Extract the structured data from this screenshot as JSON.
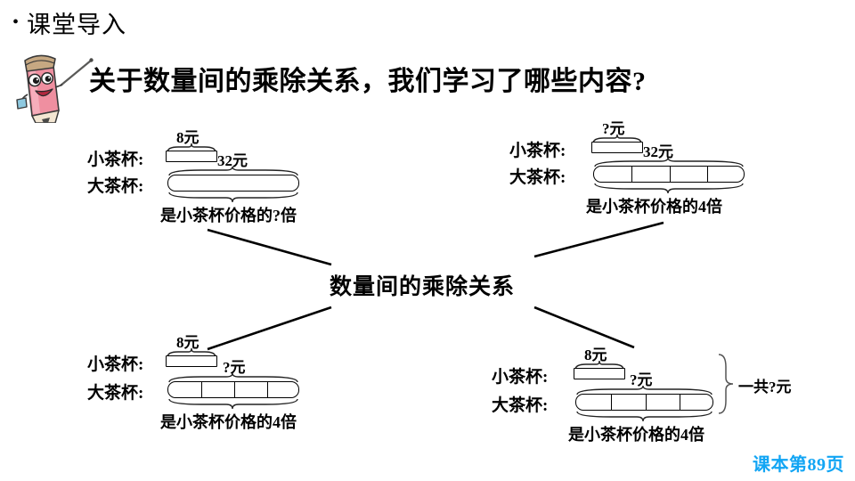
{
  "slide": {
    "section_title": "课堂导入",
    "bullet_glyph": "•",
    "question": "关于数量间的乘除关系，我们学习了哪些内容?",
    "center_node": "数量间的乘除关系",
    "footer": "课本第89页",
    "footer_color": "#12a5f4",
    "mascot_name": "pencil-mascot-with-pointer"
  },
  "labels": {
    "small_cup": "小茶杯:",
    "large_cup": "大茶杯:"
  },
  "diagrams": {
    "top_left": {
      "small_value": "8元",
      "large_value": "32元",
      "caption": "是小茶杯价格的?倍",
      "segments": 1,
      "unknown": "multiple"
    },
    "top_right": {
      "small_value": "?元",
      "large_value": "32元",
      "caption": "是小茶杯价格的4倍",
      "segments": 4,
      "unknown": "unit"
    },
    "bottom_left": {
      "small_value": "8元",
      "large_value": "?元",
      "caption": "是小茶杯价格的4倍",
      "segments": 4,
      "unknown": "total"
    },
    "bottom_right": {
      "small_value": "8元",
      "large_value": "?元",
      "caption": "是小茶杯价格的4倍",
      "side_label": "一共?元",
      "segments": 4,
      "unknown": "sum"
    }
  }
}
